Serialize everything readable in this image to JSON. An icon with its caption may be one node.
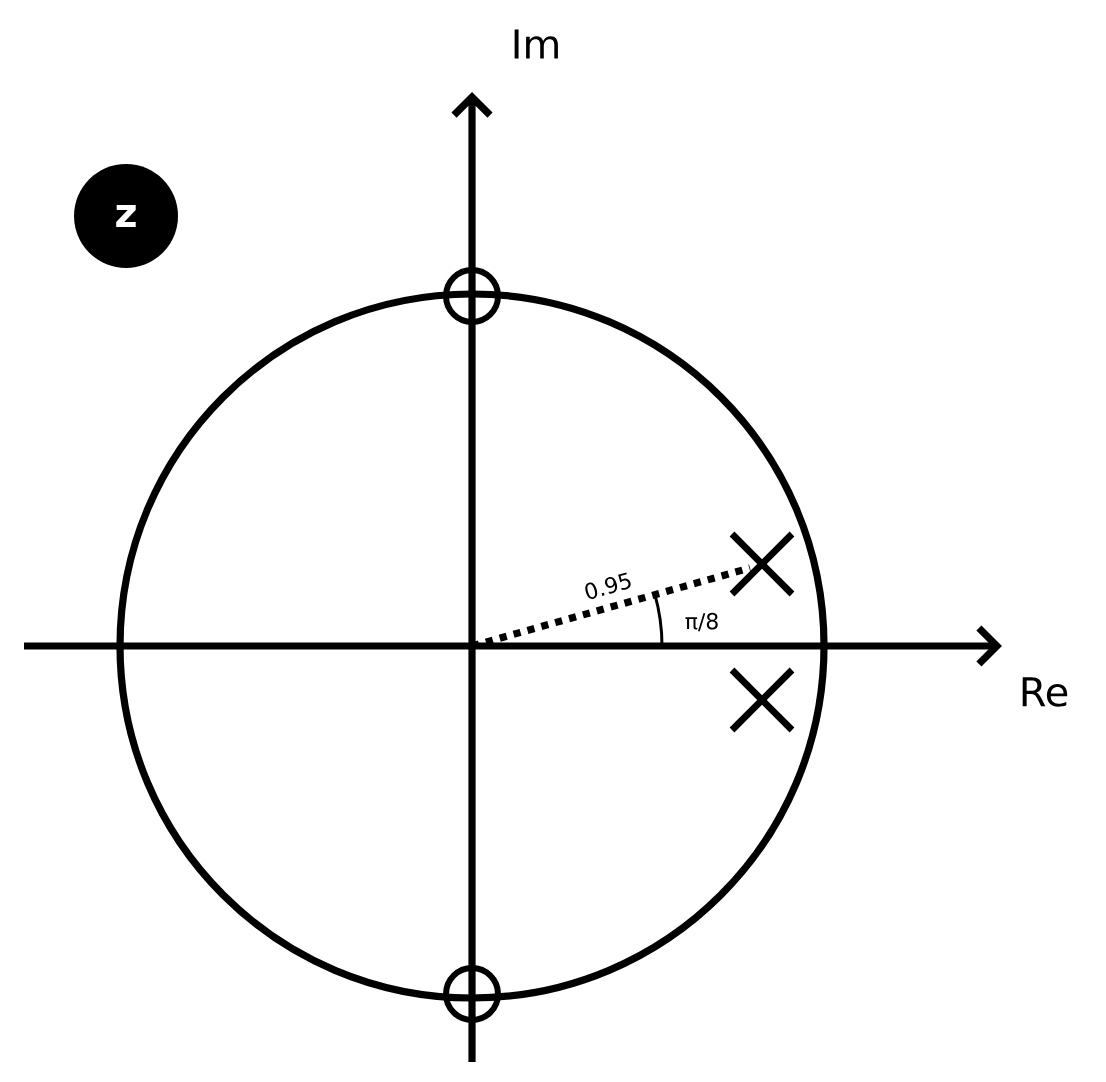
{
  "diagram": {
    "nodes": [
      {
        "text": [
          "z"
        ]
      }
    ],
    "labels": [
      "Im",
      "0.95",
      "π/8",
      "Re"
    ]
  }
}
